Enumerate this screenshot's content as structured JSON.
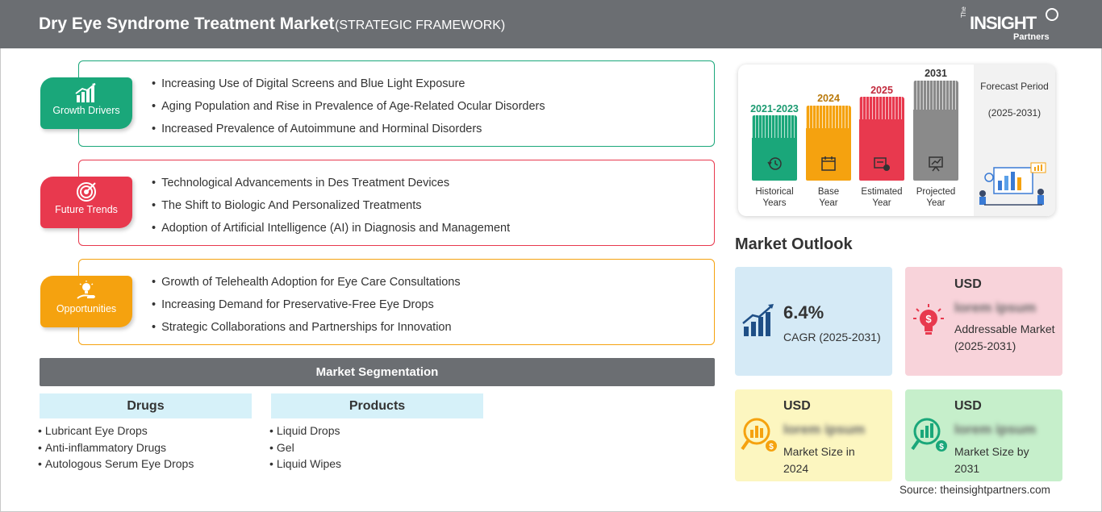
{
  "header": {
    "title": "Dry Eye Syndrome Treatment Market",
    "subtitle": "(STRATEGIC FRAMEWORK)",
    "logo": {
      "the": "The",
      "name": "INSIGHT",
      "partners": "Partners"
    }
  },
  "categories": [
    {
      "label": "Growth Drivers",
      "color": "#1aa77a",
      "icon": "growth-chart-icon",
      "bullets": [
        "Increasing Use of Digital Screens and Blue Light Exposure",
        "Aging Population and Rise in Prevalence of Age-Related Ocular Disorders",
        "Increased Prevalence of Autoimmune and Horminal Disorders"
      ]
    },
    {
      "label": "Future Trends",
      "color": "#e8394e",
      "icon": "target-icon",
      "bullets": [
        "Technological Advancements in Des Treatment Devices",
        "The Shift to Biologic And Personalized Treatments",
        "Adoption of Artificial Intelligence (AI) in Diagnosis and Management"
      ]
    },
    {
      "label": "Opportunities",
      "color": "#f5a20f",
      "icon": "lightbulb-hand-icon",
      "bullets": [
        "Growth of Telehealth Adoption for Eye Care Consultations",
        "Increasing Demand for Preservative-Free Eye Drops",
        "Strategic Collaborations and Partnerships for Innovation"
      ]
    }
  ],
  "segmentation": {
    "title": "Market Segmentation",
    "groups": [
      {
        "name": "Drugs",
        "items": [
          "Lubricant Eye Drops",
          "Anti-inflammatory Drugs",
          "Autologous Serum Eye Drops"
        ]
      },
      {
        "name": "Products",
        "items": [
          "Liquid Drops",
          "Gel",
          "Liquid Wipes"
        ]
      }
    ]
  },
  "timeline": {
    "periods": [
      {
        "year": "2021-2023",
        "label1": "Historical",
        "label2": "Years",
        "color": "#1aa77a",
        "text_color": "#1a9a70",
        "icon": "history-clock-icon"
      },
      {
        "year": "2024",
        "label1": "Base",
        "label2": "Year",
        "color": "#f5a20f",
        "text_color": "#b9790a",
        "icon": "calendar-icon"
      },
      {
        "year": "2025",
        "label1": "Estimated",
        "label2": "Year",
        "color": "#e8394e",
        "text_color": "#c22a3d",
        "icon": "estimate-icon"
      },
      {
        "year": "2031",
        "label1": "Projected",
        "label2": "Year",
        "color": "#8a8a8a",
        "text_color": "#333333",
        "icon": "projection-board-icon"
      }
    ],
    "forecast_title": "Forecast Period",
    "forecast_years": "(2025-2031)"
  },
  "outlook": {
    "title": "Market Outlook",
    "cagr": {
      "value": "6.4%",
      "label": "CAGR (2025-2031)",
      "color": "#d5eaf6"
    },
    "addressable": {
      "usd": "USD",
      "value": "lorem ipsum",
      "label": "Addressable Market (2025-2031)",
      "color": "#f8d3da"
    },
    "size2024": {
      "usd": "USD",
      "value": "lorem ipsum",
      "label": "Market Size in 2024",
      "color": "#fcf6c0"
    },
    "size2031": {
      "usd": "USD",
      "value": "lorem ipsum",
      "label": "Market Size by 2031",
      "color": "#c6efcb"
    }
  },
  "source": "Source: theinsightpartners.com"
}
